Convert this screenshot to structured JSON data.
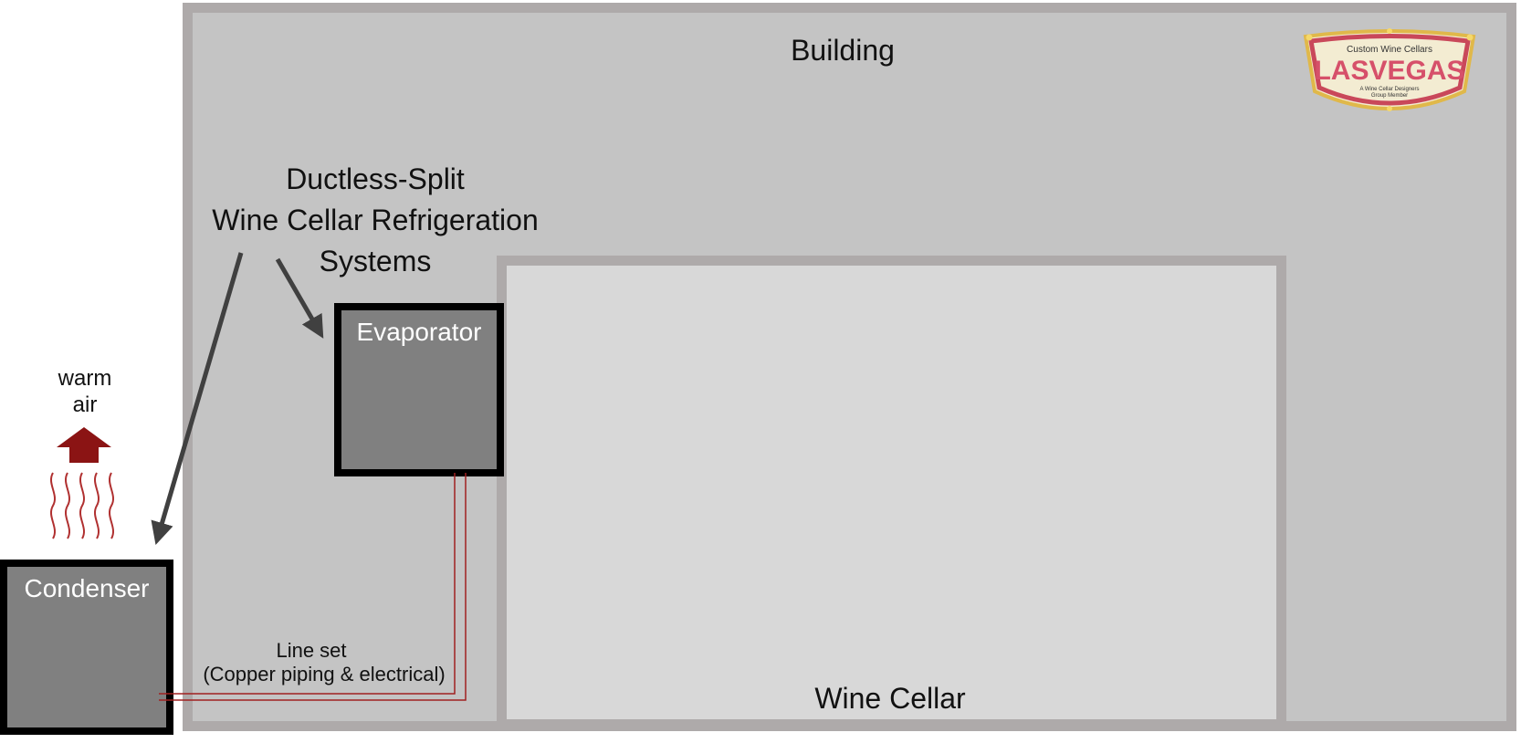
{
  "building": {
    "label": "Building"
  },
  "wine_cellar": {
    "label": "Wine Cellar"
  },
  "systems_label": {
    "lines": [
      "Ductless-Split",
      "Wine Cellar Refrigeration",
      "Systems"
    ]
  },
  "evaporator": {
    "label": "Evaporator"
  },
  "condenser": {
    "label": "Condenser"
  },
  "warm_air": {
    "lines": [
      "warm",
      "air"
    ]
  },
  "line_set": {
    "title": "Line set",
    "subtitle": "(Copper piping & electrical)"
  },
  "logo": {
    "top_text": "Custom Wine Cellars",
    "main_text": "LASVEGAS",
    "sub_line1": "A Wine Cellar Designers",
    "sub_line2": "Group Member"
  },
  "colors": {
    "building_fill": "#c4c4c4",
    "wall": "#aeaaaa",
    "cellar_fill": "#d8d8d8",
    "unit_fill": "#808080",
    "unit_border": "#000000",
    "pipe": "#a02020",
    "warm_arrow": "#8b1414",
    "pointer_arrow": "#404040"
  }
}
